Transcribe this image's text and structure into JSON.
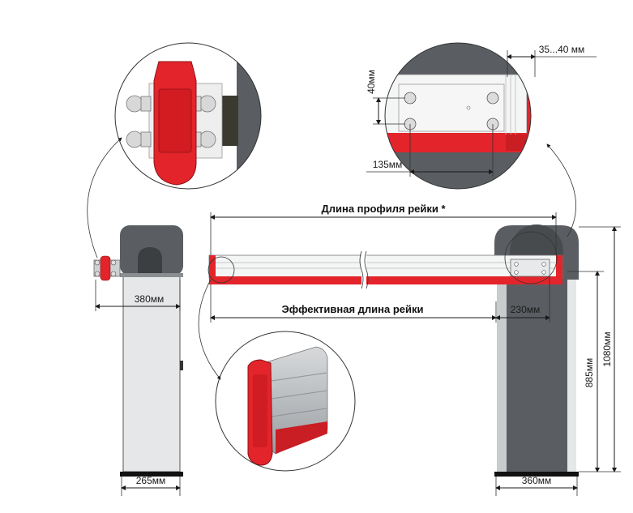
{
  "diagram": {
    "labels": {
      "profile_length": "Длина профиля рейки *",
      "effective_length": "Эффективная длина рейки",
      "dim_380": "380мм",
      "dim_230": "230мм",
      "dim_265": "265мм",
      "dim_360": "360мм",
      "dim_885": "885мм",
      "dim_1080": "1080мм",
      "dim_35_40": "35...40 мм",
      "dim_40": "40мм",
      "dim_135": "135мм"
    },
    "colors": {
      "red": "#e3242b",
      "dark_gray": "#5a5e62",
      "light_gray": "#e4e6e7",
      "housing_gray": "#c9ccce",
      "black": "#111111"
    }
  }
}
